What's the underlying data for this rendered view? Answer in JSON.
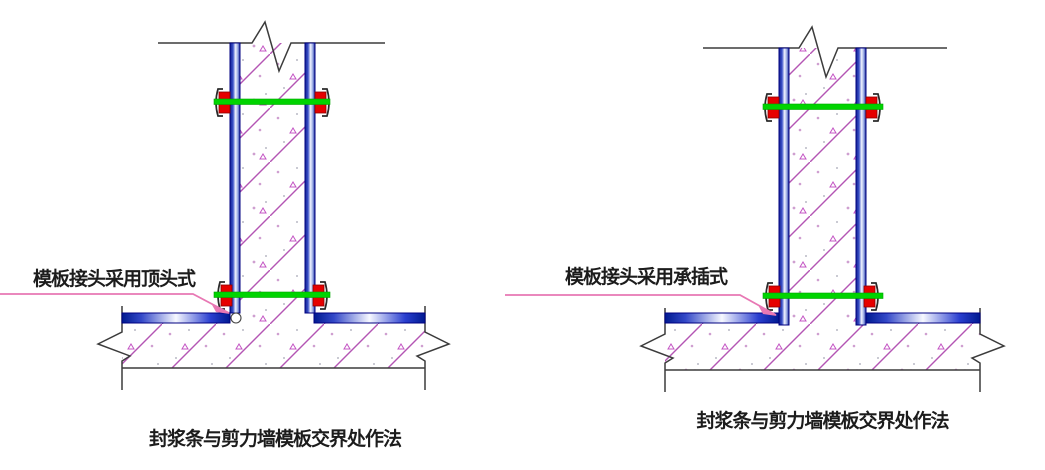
{
  "left_diagram": {
    "callout": "模板接头采用顶头式",
    "caption": "封浆条与剪力墙模板交界处作法"
  },
  "right_diagram": {
    "callout": "模板接头采用承插式",
    "caption": "封浆条与剪力墙模板交界处作法"
  },
  "colors": {
    "line_dark": "#3c3c3c",
    "formwork_navy": "#000080",
    "formwork_blue": "#2a3fd0",
    "waler_green": "#00d400",
    "clamp_red": "#e60000",
    "hatch_magenta": "#b455b4",
    "speckle_pink": "#cf9fd0",
    "leader_pink": "#e878b4",
    "text_black": "#1c1c1c"
  }
}
